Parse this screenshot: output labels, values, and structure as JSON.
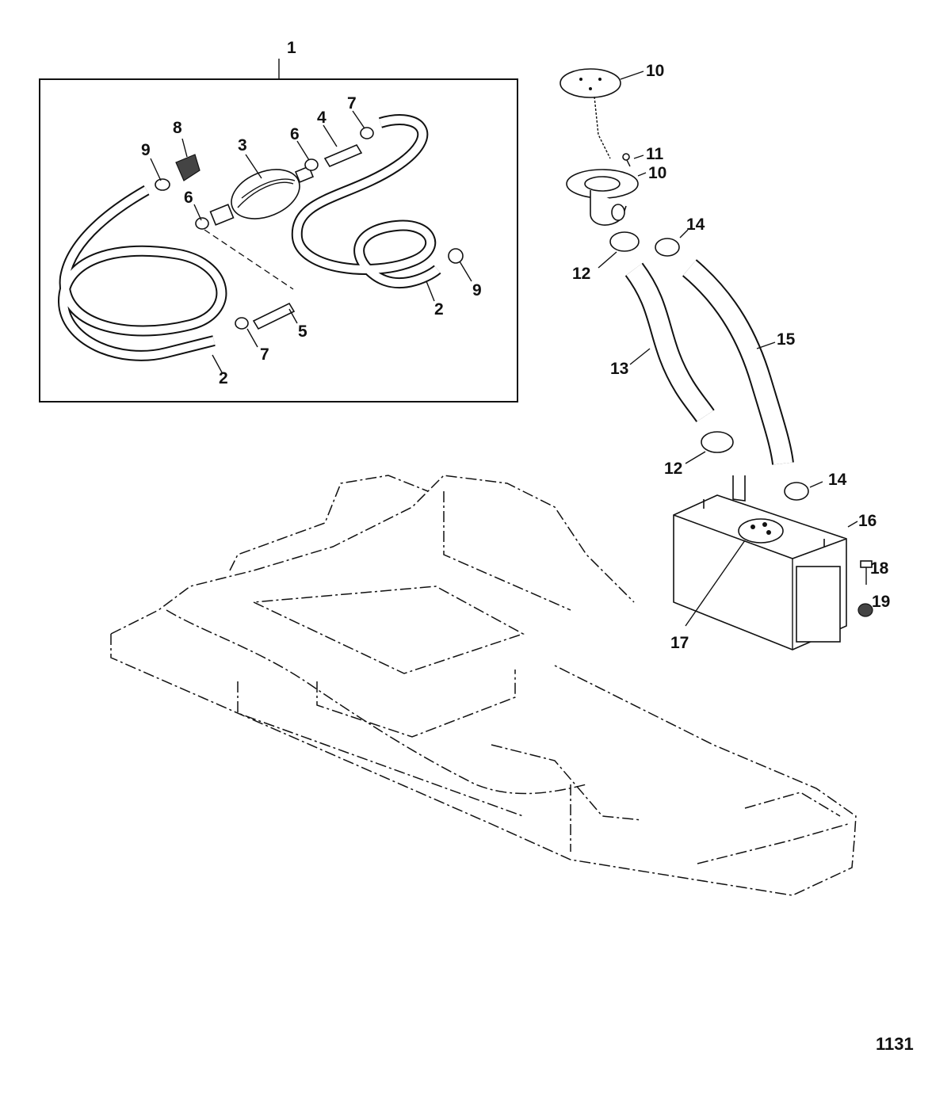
{
  "figure_number": "1131",
  "callouts": {
    "c1": "1",
    "c2a": "2",
    "c2b": "2",
    "c3": "3",
    "c4": "4",
    "c5": "5",
    "c6a": "6",
    "c6b": "6",
    "c7a": "7",
    "c7b": "7",
    "c8": "8",
    "c9a": "9",
    "c9b": "9",
    "c10a": "10",
    "c10b": "10",
    "c11": "11",
    "c12a": "12",
    "c12b": "12",
    "c13": "13",
    "c14a": "14",
    "c14b": "14",
    "c15": "15",
    "c16": "16",
    "c17": "17",
    "c18": "18",
    "c19": "19"
  }
}
